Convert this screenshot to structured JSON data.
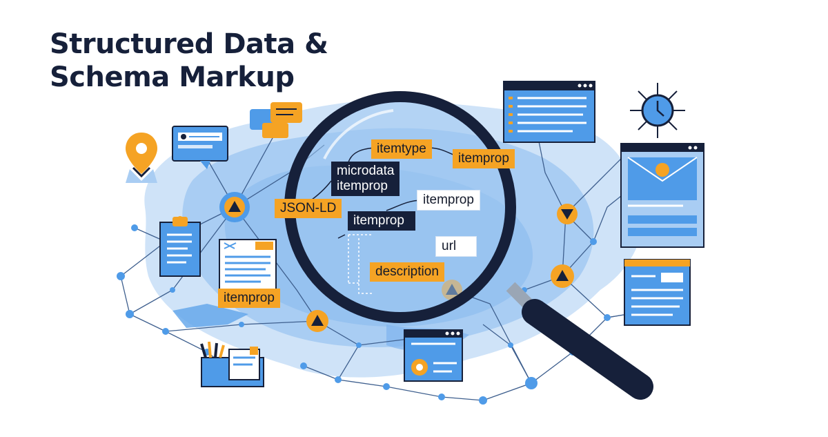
{
  "title": {
    "line1": "Structured Data &",
    "line2": "Schema Markup"
  },
  "labels": {
    "itemtype": "itemtype",
    "itemprop_top_right": "itemprop",
    "microdata_line1": "microdata",
    "microdata_line2": "itemprop",
    "json_ld": "JSON-LD",
    "itemprop_white": "itemprop",
    "itemprop_dark": "itemprop",
    "url": "url",
    "description": "description",
    "itemprop_left": "itemprop"
  },
  "colors": {
    "navy": "#16203a",
    "orange": "#f5a324",
    "blue": "#4f9be8",
    "light_blue": "#a9cdf3",
    "pale_blue": "#d7e8fa"
  },
  "icons": [
    "magnifying-glass-icon",
    "location-pin-icon",
    "chat-bubbles-icon",
    "clipboard-icon",
    "document-icon",
    "browser-window-icon",
    "email-window-icon",
    "compass-clock-icon",
    "pencil-cup-icon",
    "network-node-icon",
    "warning-triangle-icon"
  ]
}
